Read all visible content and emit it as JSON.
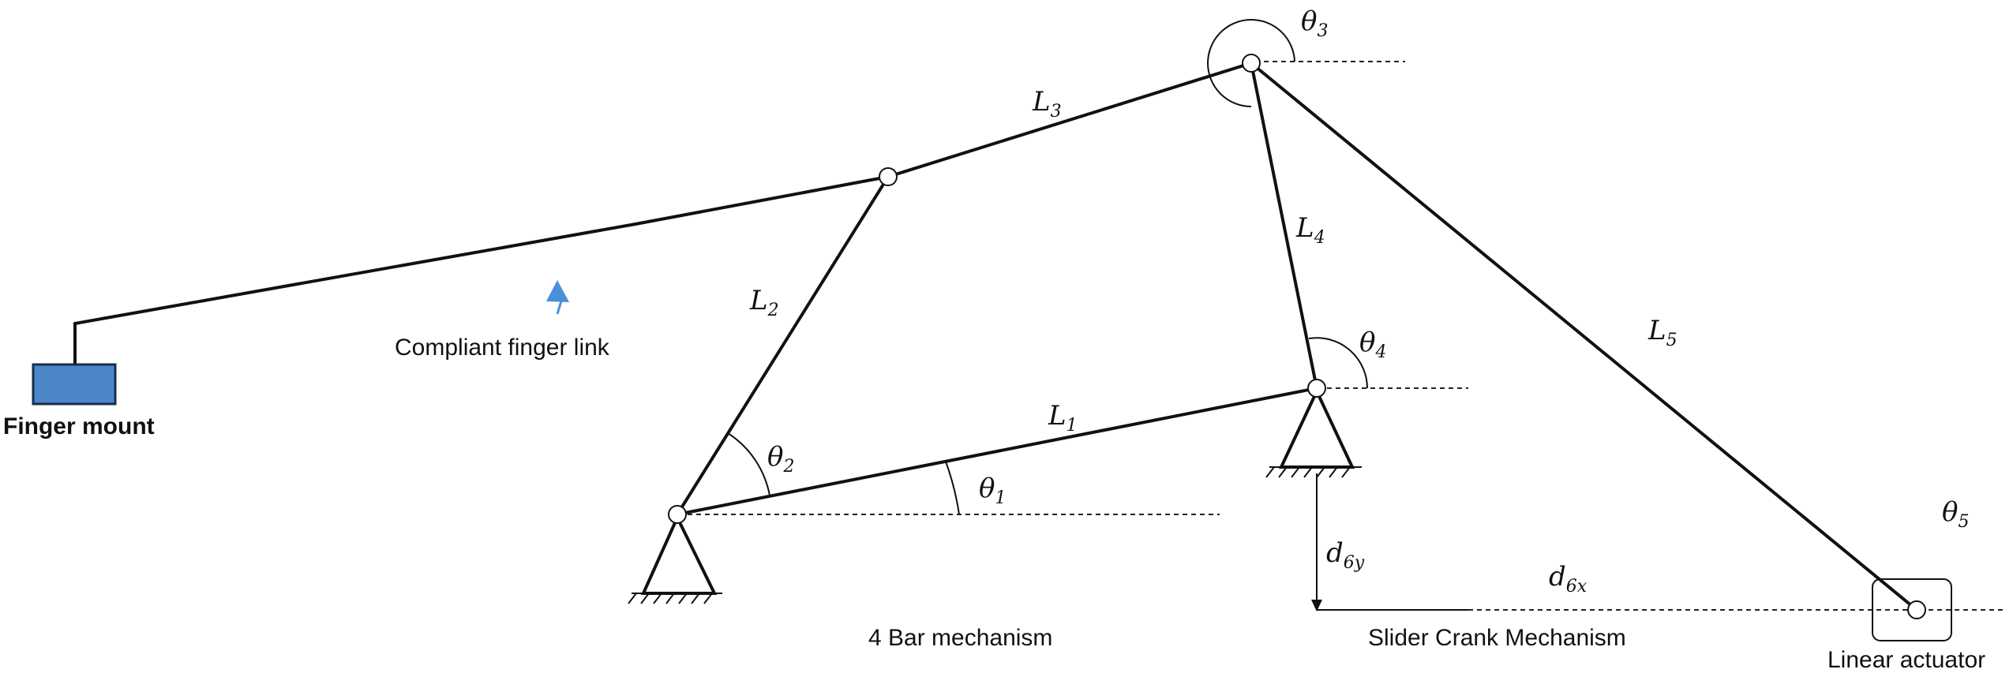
{
  "symbols": {
    "L1": {
      "base": "L",
      "sub": "1"
    },
    "L2": {
      "base": "L",
      "sub": "2"
    },
    "L3": {
      "base": "L",
      "sub": "3"
    },
    "L4": {
      "base": "L",
      "sub": "4"
    },
    "L5": {
      "base": "L",
      "sub": "5"
    },
    "theta1": {
      "base": "θ",
      "sub": "1"
    },
    "theta2": {
      "base": "θ",
      "sub": "2"
    },
    "theta3": {
      "base": "θ",
      "sub": "3"
    },
    "theta4": {
      "base": "θ",
      "sub": "4"
    },
    "theta5": {
      "base": "θ",
      "sub": "5"
    },
    "d6x": {
      "base": "d",
      "sub": "6x"
    },
    "d6y": {
      "base": "d",
      "sub": "6y"
    }
  },
  "labels": {
    "finger_mount": "Finger mount",
    "compliant_link": "Compliant finger link",
    "four_bar": "4 Bar mechanism",
    "slider_crank": "Slider Crank Mechanism",
    "linear_actuator": "Linear actuator"
  },
  "colors": {
    "mount_fill": "#4a86c8",
    "arrow": "#4a90d9",
    "lines": "#111111"
  }
}
